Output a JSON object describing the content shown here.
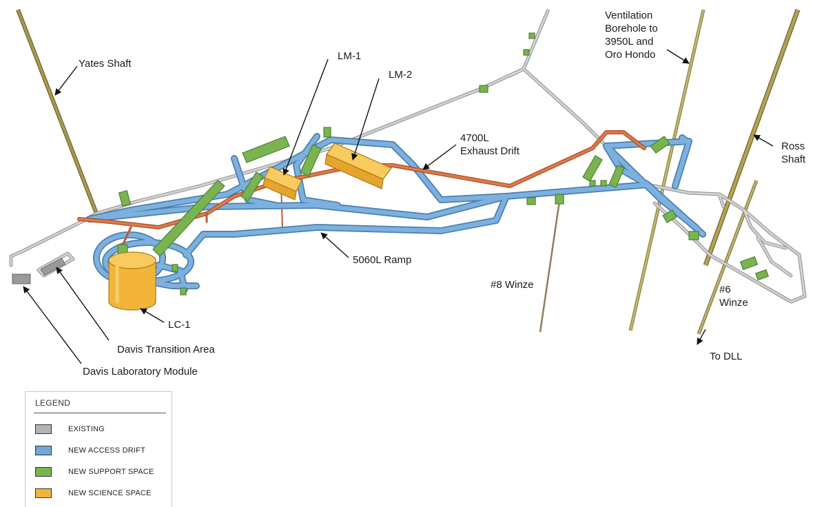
{
  "labels": {
    "yates_shaft": "Yates Shaft",
    "lm1": "LM-1",
    "lm2": "LM-2",
    "exhaust_l1": "4700L",
    "exhaust_l2": "Exhaust Drift",
    "vent_l1": "Ventilation",
    "vent_l2": "Borehole to",
    "vent_l3": "3950L and",
    "vent_l4": "Oro Hondo",
    "ross_l1": "Ross",
    "ross_l2": "Shaft",
    "ramp": "5060L Ramp",
    "winze8": "#8 Winze",
    "winze6_l1": "#6",
    "winze6_l2": "Winze",
    "to_dll": "To DLL",
    "lc1": "LC-1",
    "davis_transition": "Davis Transition Area",
    "davis_lab": "Davis Laboratory Module"
  },
  "legend": {
    "title": "LEGEND",
    "items": [
      {
        "label": "EXISTING",
        "color": "#b4b4b4"
      },
      {
        "label": "NEW ACCESS DRIFT",
        "color": "#72a7d6"
      },
      {
        "label": "NEW SUPPORT SPACE",
        "color": "#79b451"
      },
      {
        "label": "NEW SCIENCE SPACE",
        "color": "#f2b53a"
      }
    ]
  },
  "colors": {
    "existing": "#b4b4b4",
    "access": "#72a7d6",
    "support": "#79b451",
    "science": "#f2b53a",
    "exhaust": "#d8703f",
    "shaft": "#a79a52"
  }
}
